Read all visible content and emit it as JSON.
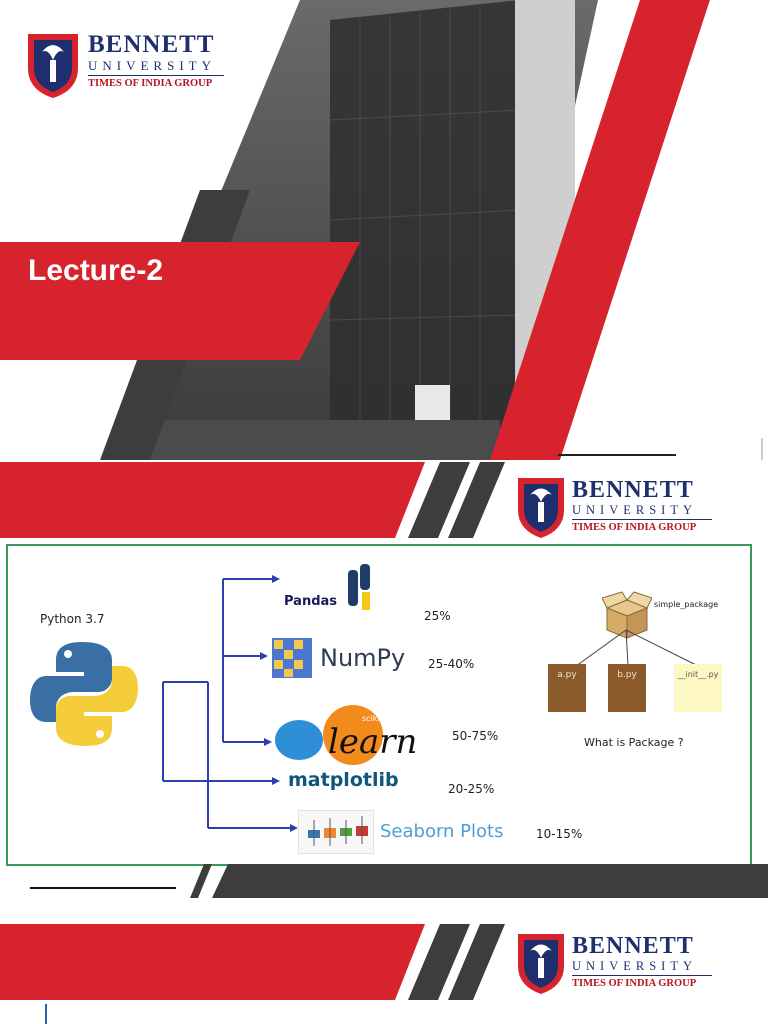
{
  "brand": {
    "name": "BENNETT",
    "university": "UNIVERSITY",
    "group": "TIMES OF INDIA GROUP"
  },
  "slide1": {
    "title": "Lecture-2"
  },
  "diagram": {
    "python_label": "Python 3.7",
    "libraries": [
      {
        "name": "Pandas",
        "share": "25%"
      },
      {
        "name": "NumPy",
        "share": "25-40%"
      },
      {
        "name": "learn",
        "share": "50-75%",
        "badge": "scikit"
      },
      {
        "name": "matplotlib",
        "share": "20-25%"
      },
      {
        "name": "Seaborn Plots",
        "share": "10-15%"
      }
    ],
    "package": {
      "box_label": "simple_package",
      "files": [
        "a.py",
        "b.py",
        "__init__.py"
      ],
      "question": "What is Package ?"
    }
  },
  "colors": {
    "red": "#d7232e",
    "dark": "#3d3d3d",
    "navy": "#1f2f6e",
    "frame_green": "#3a9a5c"
  }
}
